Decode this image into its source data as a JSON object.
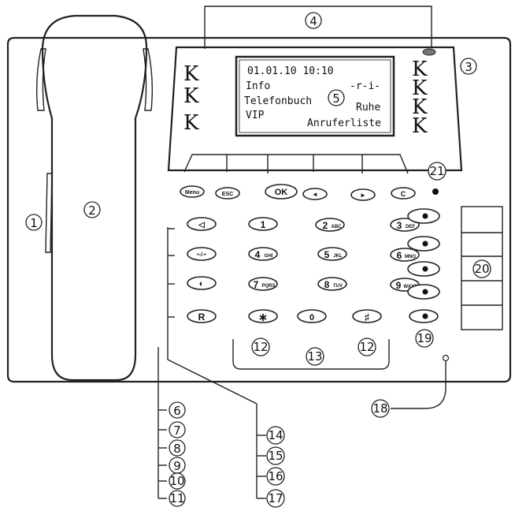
{
  "display": {
    "date_time": "01.01.10  10:10",
    "info": "Info",
    "indicators": "-r-i-",
    "phonebook": "Telefonbuch",
    "rest": "Ruhe",
    "vip": "VIP",
    "caller_list": "Anruferliste"
  },
  "labels": {
    "k_letter": "K"
  },
  "nav_keys": {
    "menu": "Menu",
    "esc": "ESC",
    "ok": "OK",
    "left": "◄",
    "right": "►",
    "clear": "C"
  },
  "keypad": {
    "row1": [
      {
        "main": "1",
        "sub": ""
      },
      {
        "main": "2",
        "sub": "ABC"
      },
      {
        "main": "3",
        "sub": "DEF"
      }
    ],
    "row2": [
      {
        "main": "4",
        "sub": "GHI"
      },
      {
        "main": "5",
        "sub": "JKL"
      },
      {
        "main": "6",
        "sub": "MNO"
      }
    ],
    "row3": [
      {
        "main": "7",
        "sub": "PQRS"
      },
      {
        "main": "8",
        "sub": "TUV"
      },
      {
        "main": "9",
        "sub": "WXYZ"
      }
    ],
    "row4": [
      {
        "main": "∗",
        "sub": ""
      },
      {
        "main": "0",
        "sub": ""
      },
      {
        "main": "♯",
        "sub": ""
      }
    ],
    "function_keys": {
      "speaker": "◁",
      "redial": "•-/-•",
      "conference": "◐",
      "recall": "R"
    }
  },
  "callouts": {
    "n1": "1",
    "n2": "2",
    "n3": "3",
    "n4": "4",
    "n5": "5",
    "n6": "6",
    "n7": "7",
    "n8": "8",
    "n9": "9",
    "n10": "10",
    "n11": "11",
    "n12a": "12",
    "n12b": "12",
    "n13": "13",
    "n14": "14",
    "n15": "15",
    "n16": "16",
    "n17": "17",
    "n18": "18",
    "n19": "19",
    "n20": "20",
    "n21": "21"
  }
}
